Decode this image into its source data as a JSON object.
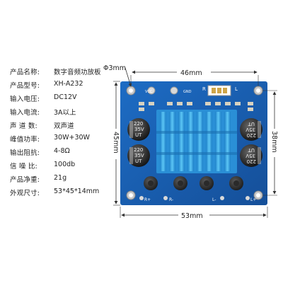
{
  "specs": [
    {
      "label": "产品名称:",
      "value": "数字音频功放板"
    },
    {
      "label": "产品型号:",
      "value": "XH-A232"
    },
    {
      "label": "输入电压:",
      "value": "DC12V"
    },
    {
      "label": "输入电流:",
      "value": "3A以上"
    },
    {
      "label": "声 道 数:",
      "value": "双声道"
    },
    {
      "label": "峰值功率:",
      "value": "30W+30W"
    },
    {
      "label": "输出阻抗:",
      "value": "4-8Ω"
    },
    {
      "label": "信 噪 比:",
      "value": "100db"
    },
    {
      "label": "产品净重:",
      "value": "21g"
    },
    {
      "label": "外观尺寸:",
      "value": "53*45*14mm"
    }
  ],
  "dimensions": {
    "hole": "Φ3mm",
    "hole_spacing_w": "46mm",
    "hole_spacing_h": "38mm",
    "board_w": "53mm",
    "board_h": "45mm"
  },
  "board": {
    "silk_vcc": "VCC",
    "silk_gnd": "GND",
    "silk_r": "R",
    "silk_l": "L",
    "cap_label_top": "220",
    "cap_label_mid": "35V",
    "cap_label_bot": "UT",
    "out_r_minus": "R-",
    "out_r_plus": "R+",
    "out_l_minus": "L-",
    "out_l_plus": "L+"
  },
  "colors": {
    "pcb": "#1a5fb4",
    "heatsink": "#2f9fe0",
    "dim_line": "#333333"
  }
}
